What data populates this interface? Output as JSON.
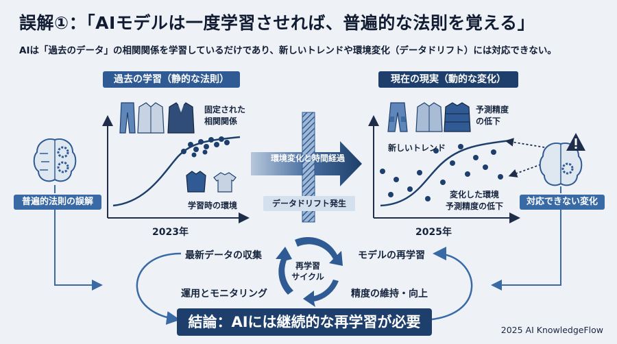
{
  "header": {
    "title": "誤解①：「AIモデルは一度学習させれば、普遍的な法則を覚える」",
    "subtitle": "AIは「過去のデータ」の相関関係を学習しているだけであり、新しいトレンドや環境変化（データドリフト）には対応できない。"
  },
  "left_panel": {
    "heading": "過去の学習（静的な法則）",
    "label_fixed": "固定された\n相関関係",
    "label_env": "学習時の環境",
    "year": "2023年"
  },
  "right_panel": {
    "heading": "現在の現実（動的な変化）",
    "label_accuracy": "予測精度\nの低下",
    "label_trend": "新しいトレンド",
    "label_change": "変化した環境\n予測精度の低下",
    "year": "2025年"
  },
  "middle": {
    "arrow_label": "環境変化と時間経過",
    "drift_label": "データドリフト発生"
  },
  "side": {
    "left_label": "普遍的法則の誤解",
    "right_label": "対応できない変化"
  },
  "cycle": {
    "center": "再学習\nサイクル",
    "collect": "最新データの収集",
    "retrain": "モデルの再学習",
    "operate": "運用とモニタリング",
    "maintain": "精度の維持・向上"
  },
  "conclusion": "結論：AIには継続的な再学習が必要",
  "credit": "2025 AI KnowledgeFlow",
  "colors": {
    "navy": "#1e3f6b",
    "accent": "#2f5a93",
    "background": "#eef2f7"
  }
}
